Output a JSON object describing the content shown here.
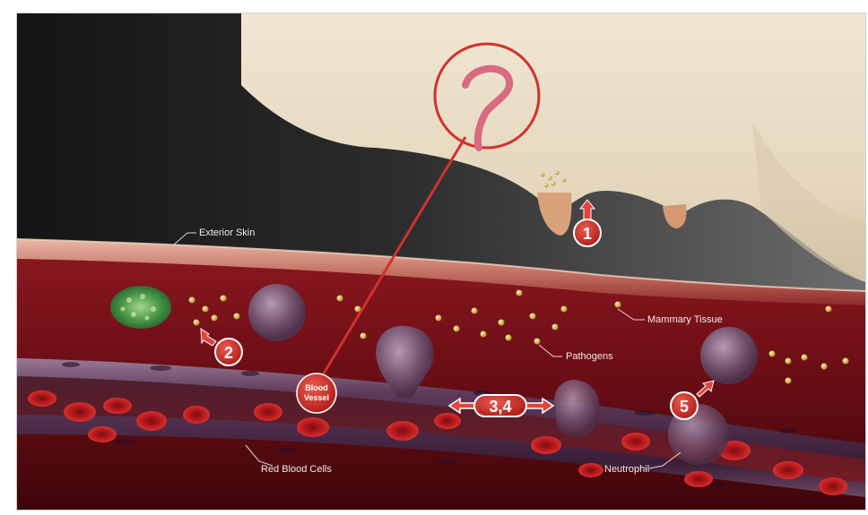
{
  "labels": {
    "exterior_skin": "Exterior Skin",
    "mammary_tissue": "Mammary Tissue",
    "pathogens": "Pathogens",
    "blood_vessel_line1": "Blood",
    "blood_vessel_line2": "Vessel",
    "red_blood_cells": "Red Blood Cells",
    "neutrophil": "Neutrophil"
  },
  "steps": {
    "step1": "1",
    "step2": "2",
    "step34": "3,4",
    "step5": "5"
  },
  "colors": {
    "accent_red": "#d2322a",
    "tissue_red": "#7a0f18",
    "vessel_purple": "#4b2a48",
    "skin_tone": "#e8dcc8",
    "pathogen_gold": "#d8c25a"
  }
}
